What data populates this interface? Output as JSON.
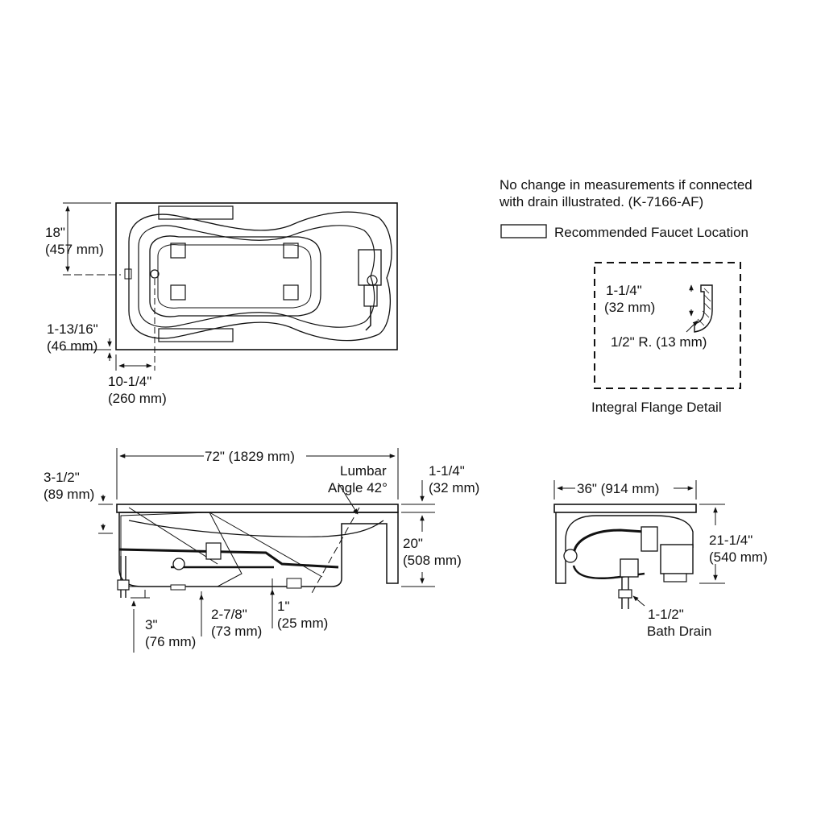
{
  "notes": {
    "no_change_line1": "No change in measurements if connected",
    "no_change_line2": "with drain illustrated. (K-7166-AF)",
    "legend_label": "Recommended Faucet Location"
  },
  "plan_view": {
    "width_in": "18\"",
    "width_mm": "(457 mm)",
    "drain_offset_in": "1-13/16\"",
    "drain_offset_mm": "(46 mm)",
    "drain_from_end_in": "10-1/4\"",
    "drain_from_end_mm": "(260 mm)"
  },
  "flange_detail": {
    "height_in": "1-1/4\"",
    "height_mm": "(32 mm)",
    "radius": "1/2\" R. (13 mm)",
    "title": "Integral Flange Detail"
  },
  "side_view": {
    "length": "72\" (1829 mm)",
    "lumbar_line1": "Lumbar",
    "lumbar_line2": "Angle 42°",
    "flange_in": "1-1/4\"",
    "flange_mm": "(32 mm)",
    "rim_in": "3-1/2\"",
    "rim_mm": "(89 mm)",
    "height_in": "20\"",
    "height_mm": "(508 mm)",
    "drain_drop_in": "3\"",
    "drain_drop_mm": "(76 mm)",
    "drain_pos_in": "2-7/8\"",
    "drain_pos_mm": "(73 mm)",
    "foot_in": "1\"",
    "foot_mm": "(25 mm)"
  },
  "end_view": {
    "width": "36\" (914 mm)",
    "height_in": "21-1/4\"",
    "height_mm": "(540 mm)",
    "drain_in": "1-1/2\"",
    "drain_label": "Bath Drain"
  }
}
